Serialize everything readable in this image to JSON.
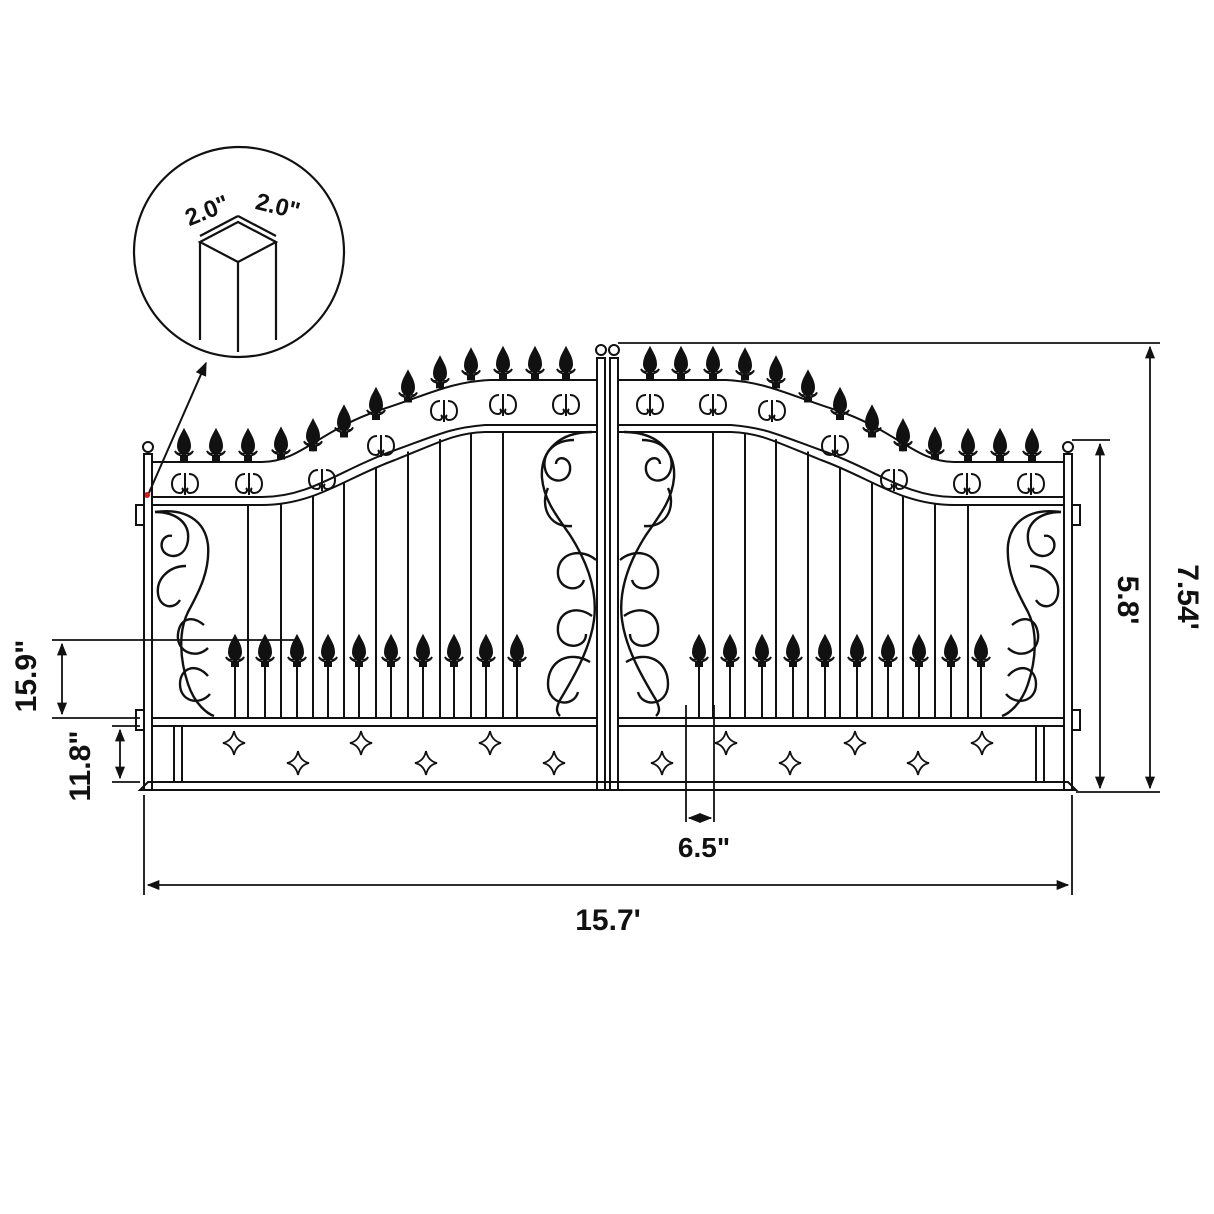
{
  "detail": {
    "post_width_label": "2.0\"",
    "post_depth_label": "2.0\""
  },
  "dimensions": {
    "overall_width": "15.7'",
    "peak_height": "7.54'",
    "side_height": "5.8'",
    "spear_zone_height": "15.9\"",
    "bottom_panel_height": "11.8\"",
    "picket_spacing": "6.5\""
  },
  "colors": {
    "line": "#111111",
    "marker": "#e0161b",
    "background": "#ffffff"
  }
}
